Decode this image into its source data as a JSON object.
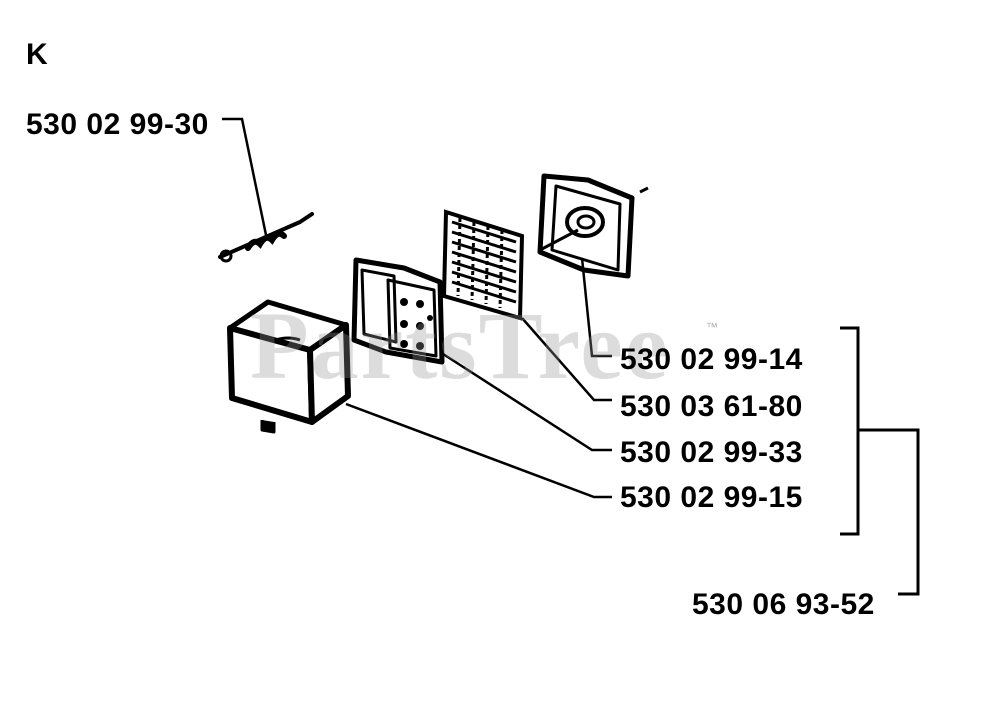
{
  "section_letter": "K",
  "watermark": {
    "text": "PartsTree",
    "trademark": "™"
  },
  "parts": {
    "spring": "530 02 99-30",
    "filter_cover": "530 02 99-14",
    "filter_screen": "530 03 61-80",
    "filter_holder": "530 02 99-33",
    "filter_base": "530 02 99-15",
    "assembly": "530 06 93-52"
  },
  "colors": {
    "ink": "#000000",
    "watermark": "#969696"
  }
}
